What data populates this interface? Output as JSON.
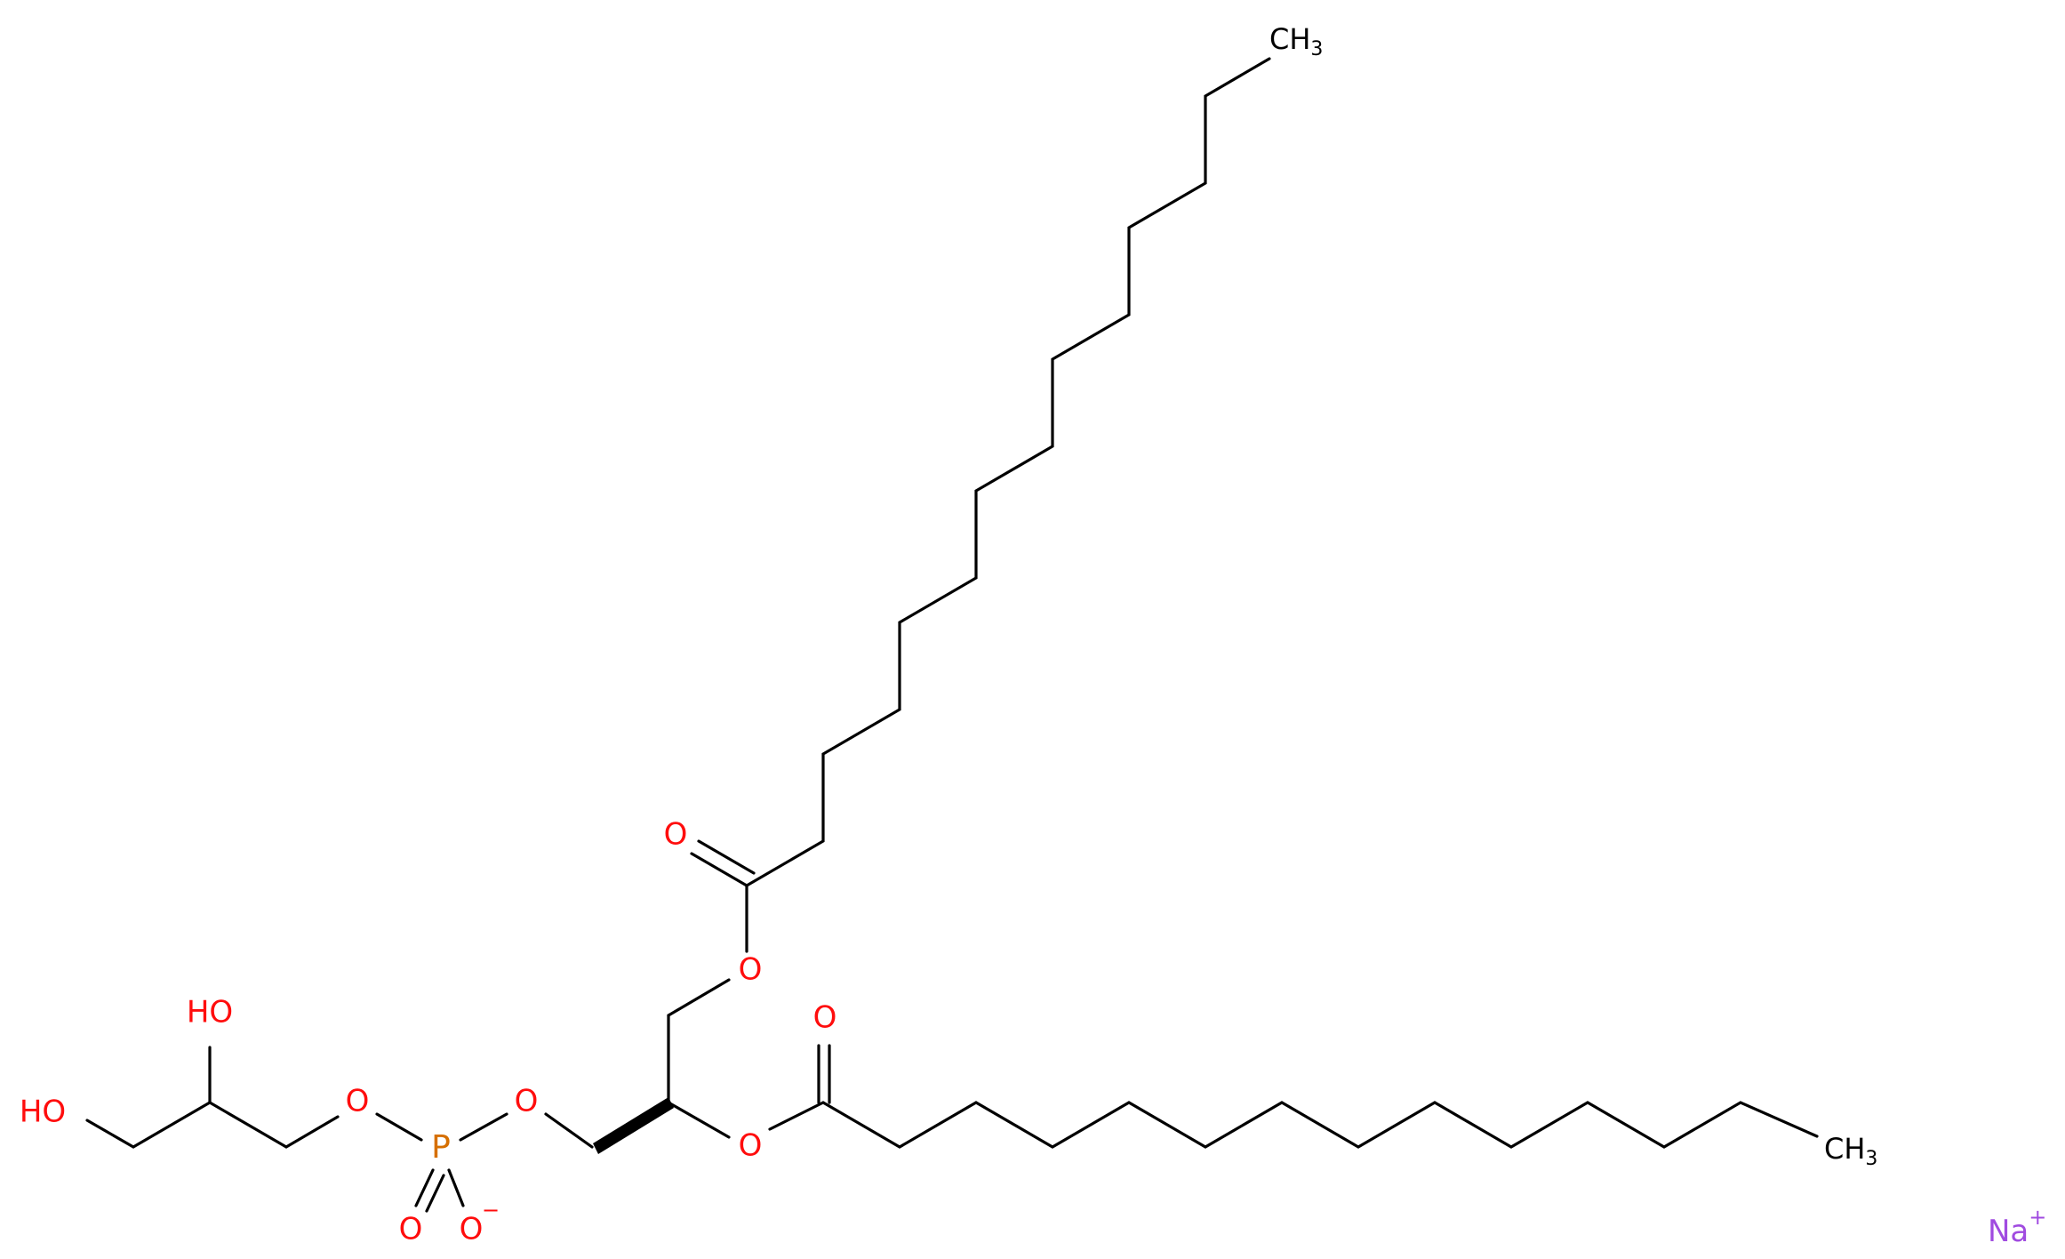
{
  "structure": {
    "colors": {
      "bond": "#000000",
      "oxygen": "#ff0d0d",
      "phosphorus": "#d66f00",
      "sodium": "#a04be0",
      "carbon": "#000000"
    },
    "labels": {
      "ho_terminal": "HO",
      "oh_secondary": "HO",
      "ester_o_phosphate_left": "O",
      "phosphorus": "P",
      "ester_o_phosphate_right": "O",
      "phosphoryl_o": "O",
      "anionic_o": "O",
      "anionic_charge": "−",
      "ester_o_sn1": "O",
      "carbonyl_o_sn1": "O",
      "ester_o_sn2": "O",
      "carbonyl_o_sn2": "O",
      "methyl_top_c": "CH",
      "methyl_top_sub": "3",
      "methyl_right_c": "CH",
      "methyl_right_sub": "3",
      "sodium": "Na",
      "sodium_charge": "+"
    }
  }
}
